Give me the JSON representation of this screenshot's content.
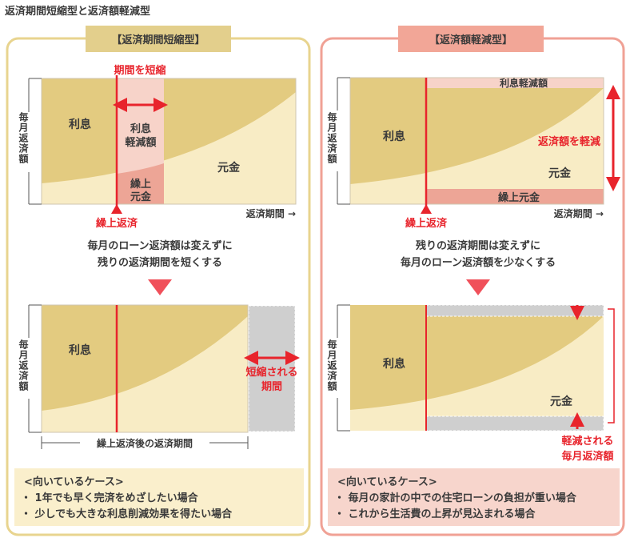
{
  "title": "返済期間短縮型と返済額軽減型",
  "colors": {
    "interest": "#e3cb80",
    "principal": "#f8ecc5",
    "reduced": "#f7d3c9",
    "prepaid": "#eda596",
    "accent": "#e8242c",
    "left_border": "#e8d48f",
    "right_border": "#f0a195",
    "gray": "#cfcfcf"
  },
  "left": {
    "header": "【返済期間短縮型】",
    "y_axis": "毎月返済額",
    "x_axis": "返済期間 →",
    "shorten_label": "期間を短縮",
    "interest": "利息",
    "interest_reduced": [
      "利息",
      "軽減額"
    ],
    "prepaid_principal": [
      "繰上",
      "元金"
    ],
    "principal": "元金",
    "prepay": "繰上返済",
    "explain": [
      "毎月のローン返済額は変えずに",
      "残りの返済期間を短くする"
    ],
    "shortened": [
      "短縮される",
      "期間"
    ],
    "after_period": "繰上返済後の返済期間",
    "case_title": "<向いているケース>",
    "cases": [
      "・ 1年でも早く完済をめざしたい場合",
      "・ 少しでも大きな利息削減効果を得たい場合"
    ]
  },
  "right": {
    "header": "【返済額軽減型】",
    "y_axis": "毎月返済額",
    "x_axis": "返済期間 →",
    "interest_reduced": "利息軽減額",
    "interest": "利息",
    "reduce_label": "返済額を軽減",
    "principal": "元金",
    "prepaid_principal": "繰上元金",
    "prepay": "繰上返済",
    "explain": [
      "残りの返済期間は変えずに",
      "毎月のローン返済額を少なくする"
    ],
    "reduced_monthly": [
      "軽減される",
      "毎月返済額"
    ],
    "case_title": "<向いているケース>",
    "cases": [
      "・ 毎月の家計の中での住宅ローンの負担が重い場合",
      "・ これから生活費の上昇が見込まれる場合"
    ]
  }
}
